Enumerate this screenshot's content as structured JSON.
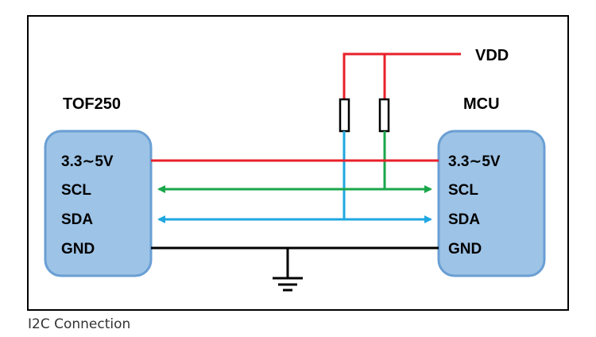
{
  "diagram": {
    "vdd_label": "VDD",
    "left_device": {
      "title": "TOF250",
      "pins": [
        "3.3∼5V",
        "SCL",
        "SDA",
        "GND"
      ]
    },
    "right_device": {
      "title": "MCU",
      "pins": [
        "3.3∼5V",
        "SCL",
        "SDA",
        "GND"
      ]
    },
    "colors": {
      "power": "#e8202a",
      "scl": "#1aa64a",
      "sda": "#1ea7e0",
      "ground": "#000000",
      "device_fill": "#9dc3e6",
      "device_stroke": "#6a9fd4"
    }
  },
  "caption": "I2C Connection"
}
